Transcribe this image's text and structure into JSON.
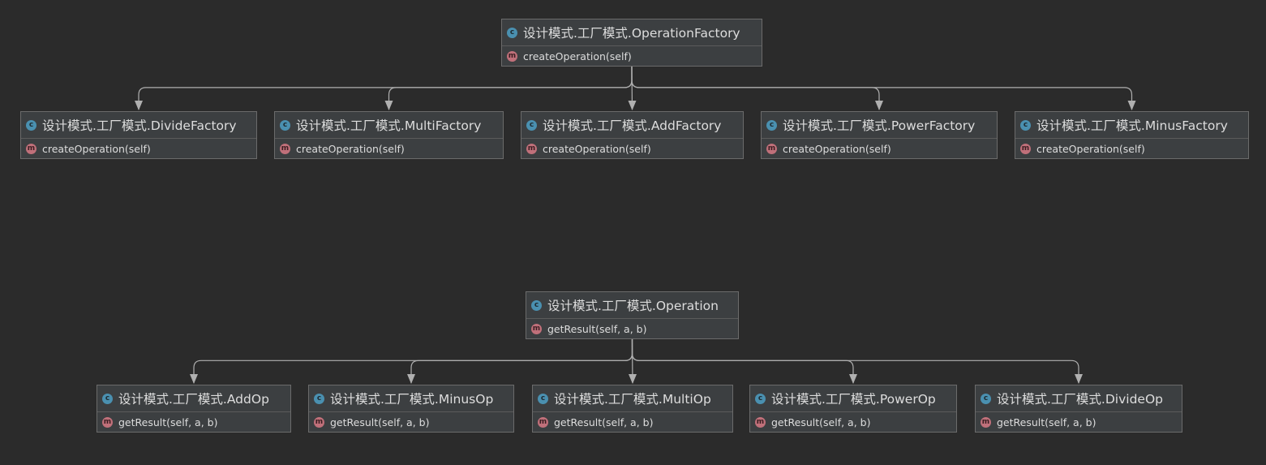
{
  "colors": {
    "background": "#2b2b2b",
    "node_fill": "#3c3f41",
    "node_border": "#6b6b6b",
    "edge": "#b0b0b0",
    "class_badge": "#4a90b0",
    "method_badge": "#c0707a"
  },
  "badges": {
    "class": "c",
    "method": "m"
  },
  "nodes": {
    "operation_factory": {
      "name": "设计模式.工厂模式.OperationFactory",
      "method": "createOperation(self)",
      "icon": "class-icon"
    },
    "divide_factory": {
      "name": "设计模式.工厂模式.DivideFactory",
      "method": "createOperation(self)",
      "icon": "class-icon"
    },
    "multi_factory": {
      "name": "设计模式.工厂模式.MultiFactory",
      "method": "createOperation(self)",
      "icon": "class-icon"
    },
    "add_factory": {
      "name": "设计模式.工厂模式.AddFactory",
      "method": "createOperation(self)",
      "icon": "class-icon"
    },
    "power_factory": {
      "name": "设计模式.工厂模式.PowerFactory",
      "method": "createOperation(self)",
      "icon": "class-icon"
    },
    "minus_factory": {
      "name": "设计模式.工厂模式.MinusFactory",
      "method": "createOperation(self)",
      "icon": "class-icon"
    },
    "operation": {
      "name": "设计模式.工厂模式.Operation",
      "method": "getResult(self, a, b)",
      "icon": "class-icon"
    },
    "add_op": {
      "name": "设计模式.工厂模式.AddOp",
      "method": "getResult(self, a, b)",
      "icon": "class-icon"
    },
    "minus_op": {
      "name": "设计模式.工厂模式.MinusOp",
      "method": "getResult(self, a, b)",
      "icon": "class-icon"
    },
    "multi_op": {
      "name": "设计模式.工厂模式.MultiOp",
      "method": "getResult(self, a, b)",
      "icon": "class-icon"
    },
    "power_op": {
      "name": "设计模式.工厂模式.PowerOp",
      "method": "getResult(self, a, b)",
      "icon": "class-icon"
    },
    "divide_op": {
      "name": "设计模式.工厂模式.DivideOp",
      "method": "getResult(self, a, b)",
      "icon": "class-icon"
    }
  },
  "edges": [
    {
      "from": "operation_factory",
      "to": "divide_factory"
    },
    {
      "from": "operation_factory",
      "to": "multi_factory"
    },
    {
      "from": "operation_factory",
      "to": "add_factory"
    },
    {
      "from": "operation_factory",
      "to": "power_factory"
    },
    {
      "from": "operation_factory",
      "to": "minus_factory"
    },
    {
      "from": "operation",
      "to": "add_op"
    },
    {
      "from": "operation",
      "to": "minus_op"
    },
    {
      "from": "operation",
      "to": "multi_op"
    },
    {
      "from": "operation",
      "to": "power_op"
    },
    {
      "from": "operation",
      "to": "divide_op"
    }
  ]
}
